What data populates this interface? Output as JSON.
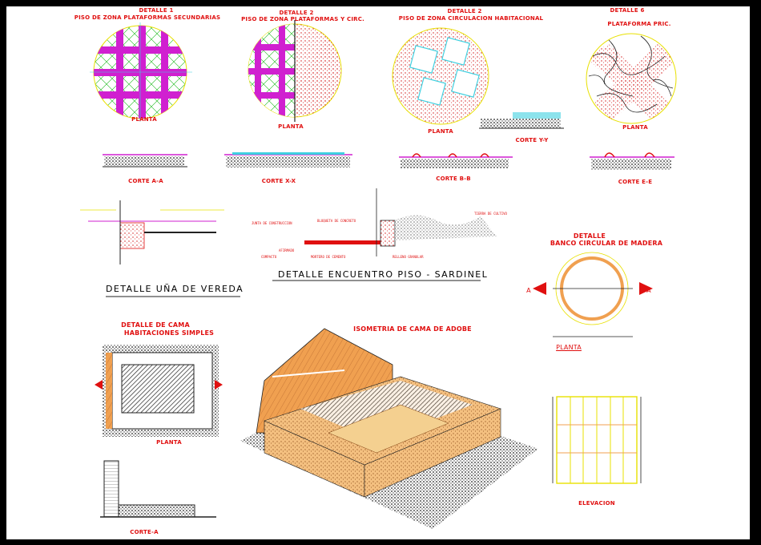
{
  "details": {
    "d1_title": "DETALLE 1",
    "d1_sub": "PISO DE ZONA PLATAFORMAS SECUNDARIAS",
    "d2a_title": "DETALLE 2",
    "d2a_sub": "PISO DE ZONA PLATAFORMAS Y CIRC.",
    "d2b_title": "DETALLE 2",
    "d2b_sub": "PISO DE ZONA CIRCULACION HABITACIONAL",
    "d6_title": "DETALLE 6",
    "d6_sub": "PLATAFORMA PRIC.",
    "planta": "PLANTA",
    "corte_a": "CORTE A-A",
    "corte_x": "CORTE X-X",
    "corte_b": "CORTE B-B",
    "corte_y": "CORTE Y-Y",
    "corte_e": "CORTE E-E",
    "una_vereda": "DETALLE UÑA DE VEREDA",
    "encuentro": "DETALLE ENCUENTRO PISO - SARDINEL",
    "banco_title": "DETALLE",
    "banco_sub": "BANCO CIRCULAR DE MADERA",
    "banco_planta": "PLANTA",
    "section_a": "A",
    "cama_title": "DETALLE DE CAMA",
    "cama_sub": "HABITACIONES SIMPLES",
    "cama_planta": "PLANTA",
    "cama_corte": "CORTE-A",
    "isometria": "ISOMETRIA DE CAMA DE ADOBE",
    "elevacion": "ELEVACION",
    "notes": {
      "junta": "JUNTA DE CONSTRUCCION",
      "bloqueta": "BLOQUETA DE CONCRETO",
      "tierra": "TIERRA DE CULTIVO",
      "afirmado": "AFIRMADO",
      "compacto": "COMPACTO",
      "mortero": "MORTERO DE CEMENTO",
      "relleno": "RELLENO GRANULAR"
    }
  },
  "colors": {
    "red": "#e01010",
    "magenta": "#d020d0",
    "green": "#18b818",
    "yellow": "#e8e000",
    "orange": "#f0a050",
    "cyan": "#40d0e0",
    "background_frame": "#000000"
  }
}
